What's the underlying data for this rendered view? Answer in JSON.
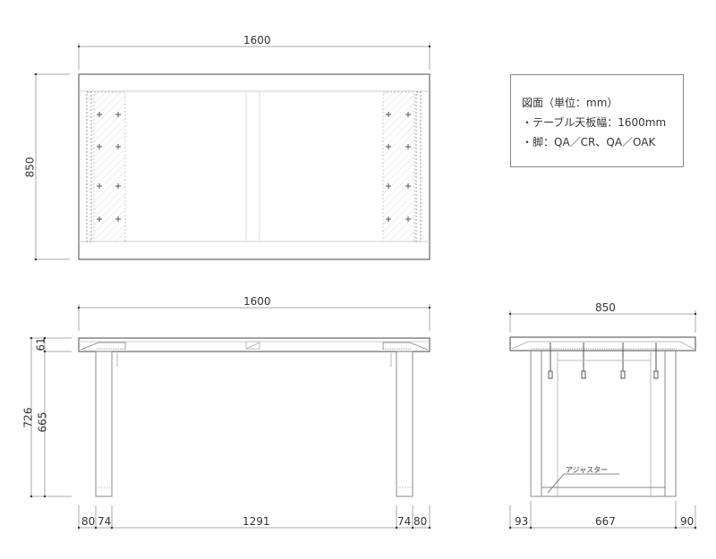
{
  "legend": {
    "title": "図面（単位：mm）",
    "line1": "・テーブル天板幅：1600mm",
    "line2": "・脚：QA／CR、QA／OAK"
  },
  "top_view": {
    "width_dim": "1600",
    "depth_dim": "850"
  },
  "front_view": {
    "width_dim": "1600",
    "top_thickness": "61",
    "total_height": "726",
    "leg_height": "665",
    "bottom_dims": [
      "80",
      "74",
      "1291",
      "74",
      "80"
    ]
  },
  "side_view": {
    "width_dim": "850",
    "callout": "アジャスター",
    "bottom_dims": [
      "93",
      "667",
      "90"
    ]
  },
  "colors": {
    "line": "#555555",
    "thin": "#aaaaaa",
    "hatch": "#cccccc"
  }
}
